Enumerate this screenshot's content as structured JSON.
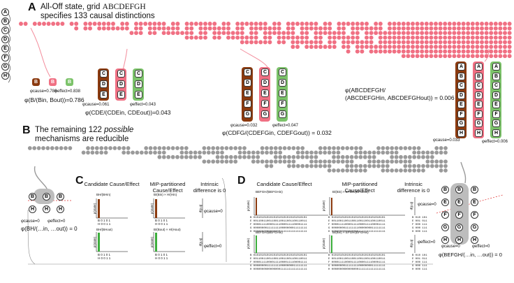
{
  "panelA": {
    "letter": "A",
    "heading_line1": "All-Off state, grid",
    "heading_grid": "ABCDEFGH",
    "heading_line2": "specifies 133 causal distinctions",
    "left_nodes": [
      "A",
      "B",
      "C",
      "D",
      "E",
      "F",
      "G",
      "H"
    ],
    "d1": {
      "phi_cause": "φcause=0.786",
      "phi_effect": "φeffect=0.838",
      "formula": "φ(B/(Bin, Bout))=0.786",
      "nodes": [
        "B",
        "B",
        "B"
      ]
    },
    "d2": {
      "phi_cause": "φcause=0.061",
      "phi_effect": "φeffect=0.043",
      "formula": "φ(CDE/(CDEin, CDEout))=0.043",
      "cols": [
        [
          "C",
          "D",
          "E"
        ],
        [
          "C",
          "D",
          "E"
        ],
        [
          "C",
          "D",
          "E"
        ]
      ]
    },
    "d3": {
      "phi_cause": "φcause=0.032",
      "phi_effect": "φeffect=0.047",
      "formula": "φ(CDFG/(CDEFGin, CDEFGout)) = 0.032",
      "cols": [
        [
          "C",
          "D",
          "E",
          "F",
          "G"
        ],
        [
          "C",
          "D",
          "E",
          "F",
          "G"
        ],
        [
          "C",
          "D",
          "E",
          "F",
          "G"
        ]
      ]
    },
    "d4": {
      "formula_line1": "φ(ABCDEFGH/",
      "formula_line2": "(ABCDEFGHin, ABCDEFGHout)) = 0.006",
      "phi_cause": "φcause=0.033",
      "phi_effect": "φeffect=0.006",
      "cols": [
        [
          "A",
          "B",
          "C",
          "D",
          "E",
          "F",
          "G",
          "H"
        ],
        [
          "A",
          "B",
          "C",
          "D",
          "E",
          "F",
          "G",
          "H"
        ],
        [
          "A",
          "B",
          "C",
          "D",
          "E",
          "F",
          "G",
          "H"
        ]
      ]
    }
  },
  "panelB": {
    "letter": "B",
    "heading_line1a": "The remaining 122",
    "heading_italic": "possible",
    "heading_line2": "mechanisms are reducible",
    "left_formula": {
      "phi_cause": "φcause=0",
      "phi_effect": "φeffect=0",
      "formula": "φ(BH/(…in, …out)) = 0",
      "nodes": [
        "B",
        "B",
        "B",
        "H",
        "H",
        "H"
      ]
    },
    "right_formula": {
      "phi_cause": "φcause=0",
      "phi_effect": "φeffect=0",
      "formula": "φ(BEFGH/(…in, …out)) = 0",
      "nodes": [
        "B",
        "E",
        "F",
        "G",
        "H"
      ]
    }
  },
  "panelC": {
    "letter": "C",
    "col1": "Candidate Cause/Effect",
    "col2": "MIP-partitioned Cause/Effect",
    "col3_line1": "Intrinsic",
    "col3_line2": "difference is 0",
    "row1_candidate": "BH/(BHin)",
    "row1_mip": "B/(Bin) × H/(Hin)",
    "row2_candidate": "BH/(BHout)",
    "row2_mip": "B/(Bout) × H/(Hout)",
    "phi_cause": "φcause=0",
    "phi_effect": "φeffect=0",
    "y_axis": "p(state)",
    "d_axis": "d(p,q)",
    "x_ticks_row1": "0 1 0 1",
    "x_ticks_row2": "0 0 1 1",
    "xb": "B",
    "xh": "H"
  },
  "panelD": {
    "letter": "D",
    "col1": "Candidate Cause/Effect",
    "col2": "MIP-partitioned Cause/Effect",
    "col3_line1": "Intrinsic",
    "col3_line2": "difference is 0",
    "row1_candidate": "BEFGH/(BEFGHin)",
    "row1_mip": "B/(Bin) × EFGH/(EFGHin)",
    "row2_candidate": "BEFGH/(BEFGHin)",
    "row2_mip": "B/(Bin) × EFGH/(EFGHin)",
    "phi_cause": "φcause=0",
    "phi_effect": "φeffect=0",
    "y_axis": "p(state)",
    "d_axis": "d(p,q)",
    "bits": [
      "B 01010101010101010101010101010101",
      "E 00110011001100110011001100110011",
      "F 00001111000011110000111100001111",
      "G 00000000111111110000000011111111",
      "H 00000000000000001111111111111111"
    ],
    "dist_rows": [
      "B 010 101",
      "E 001 011",
      "F 000 111",
      "G 000 111",
      "H 000 111"
    ]
  },
  "colors": {
    "pink": "#f07083",
    "brown": "#8b3a0f",
    "green": "#7cc36a",
    "grey": "#9a9a9a",
    "darkgrey": "#6c6c6c"
  }
}
